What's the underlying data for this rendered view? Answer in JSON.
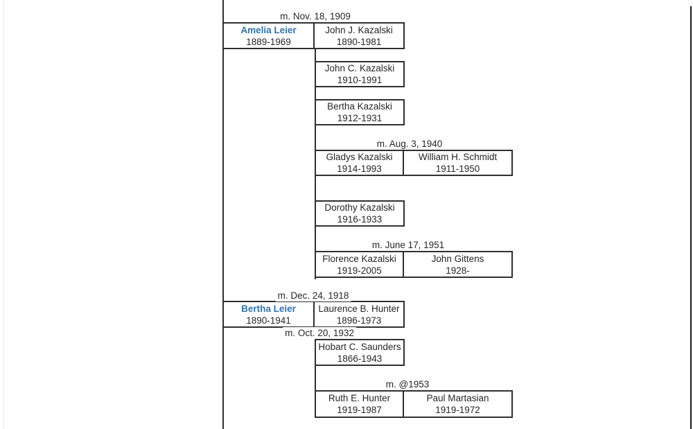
{
  "diagram": {
    "type": "family-tree",
    "colors": {
      "highlight_name": "#2E74B5",
      "line": "#2f2f2f",
      "text": "#262626"
    },
    "marriages": {
      "m1": "m. Nov. 18, 1909",
      "m2": "m. Aug. 3, 1940",
      "m3": "m. June 17, 1951",
      "m4": "m. Dec. 24, 1918",
      "m5": "m. Oct. 20, 1932",
      "m6": "m. @1953"
    },
    "people": {
      "amelia": {
        "name": "Amelia Leier",
        "dates": "1889-1969"
      },
      "john_j": {
        "name": "John J. Kazalski",
        "dates": "1890-1981"
      },
      "john_c": {
        "name": "John C. Kazalski",
        "dates": "1910-1991"
      },
      "bertha_k": {
        "name": "Bertha Kazalski",
        "dates": "1912-1931"
      },
      "gladys": {
        "name": "Gladys Kazalski",
        "dates": "1914-1993"
      },
      "william": {
        "name": "William H. Schmidt",
        "dates": "1911-1950"
      },
      "dorothy": {
        "name": "Dorothy Kazalski",
        "dates": "1916-1933"
      },
      "florence": {
        "name": "Florence Kazalski",
        "dates": "1919-2005"
      },
      "john_g": {
        "name": "John Gittens",
        "dates": "1928-"
      },
      "bertha_l": {
        "name": "Bertha Leier",
        "dates": "1890-1941"
      },
      "laurence": {
        "name": "Laurence B. Hunter",
        "dates": "1896-1973"
      },
      "hobart": {
        "name": "Hobart C. Saunders",
        "dates": "1866-1943"
      },
      "ruth": {
        "name": "Ruth E. Hunter",
        "dates": "1919-1987"
      },
      "paul": {
        "name": "Paul Martasian",
        "dates": "1919-1972"
      }
    }
  }
}
